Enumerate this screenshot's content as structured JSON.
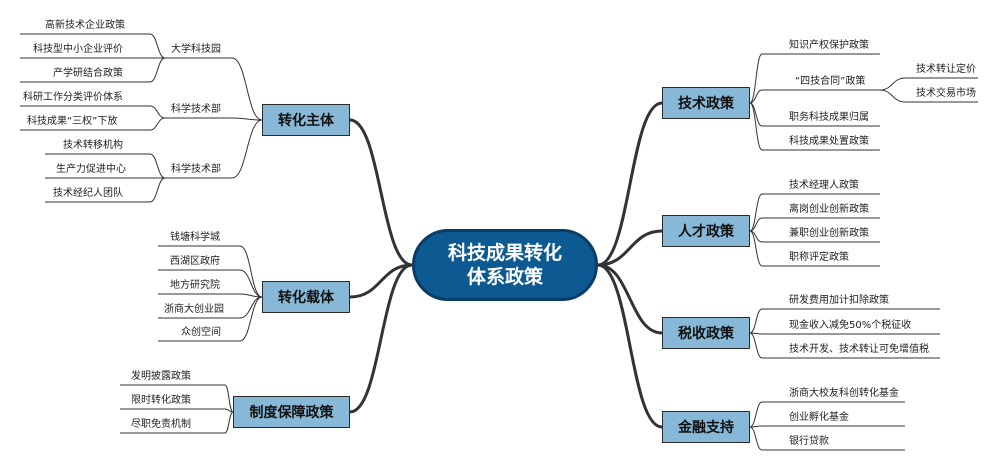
{
  "center": {
    "text": "科技成果转化\n体系政策"
  },
  "branches": {
    "zhuanhua_zhuti": {
      "label": "转化主体",
      "groups": [
        {
          "label": "大学科技园",
          "items": [
            "高新技术企业政策",
            "科技型中小企业评价",
            "产学研结合政策"
          ]
        },
        {
          "label": "科学技术部",
          "items": [
            "科研工作分类评价体系",
            "科技成果“三权”下放"
          ]
        },
        {
          "label": "科学技术部",
          "items": [
            "技术转移机构",
            "生产力促进中心",
            "技术经纪人团队"
          ]
        }
      ]
    },
    "zhuanhua_zaiti": {
      "label": "转化载体",
      "items": [
        "钱塘科学城",
        "西湖区政府",
        "地方研究院",
        "浙商大创业园",
        "众创空间"
      ]
    },
    "zhidu_baozhang": {
      "label": "制度保障政策",
      "items": [
        "发明披露政策",
        "限时转化政策",
        "尽职免责机制"
      ]
    },
    "jishu_zhengce": {
      "label": "技术政策",
      "items": [
        "知识产权保护政策",
        "“四技合同”政策",
        "职务科技成果归属",
        "科技成果处置政策"
      ],
      "sub": [
        "技术转让定价",
        "技术交易市场"
      ]
    },
    "rencai_zhengce": {
      "label": "人才政策",
      "items": [
        "技术经理人政策",
        "离岗创业创新政策",
        "兼职创业创新政策",
        "职称评定政策"
      ]
    },
    "shuishou_zhengce": {
      "label": "税收政策",
      "items": [
        "研发费用加计扣除政策",
        "现金收入减免50%个税征收",
        "技术开发、技术转让可免增值税"
      ]
    },
    "jinrong_zhichi": {
      "label": "金融支持",
      "items": [
        "浙商大校友科创转化基金",
        "创业孵化基金",
        "银行贷款"
      ]
    }
  },
  "colors": {
    "center_fill": "#0d5a92",
    "branch_fill": "#87b8d8",
    "line": "#333333"
  }
}
